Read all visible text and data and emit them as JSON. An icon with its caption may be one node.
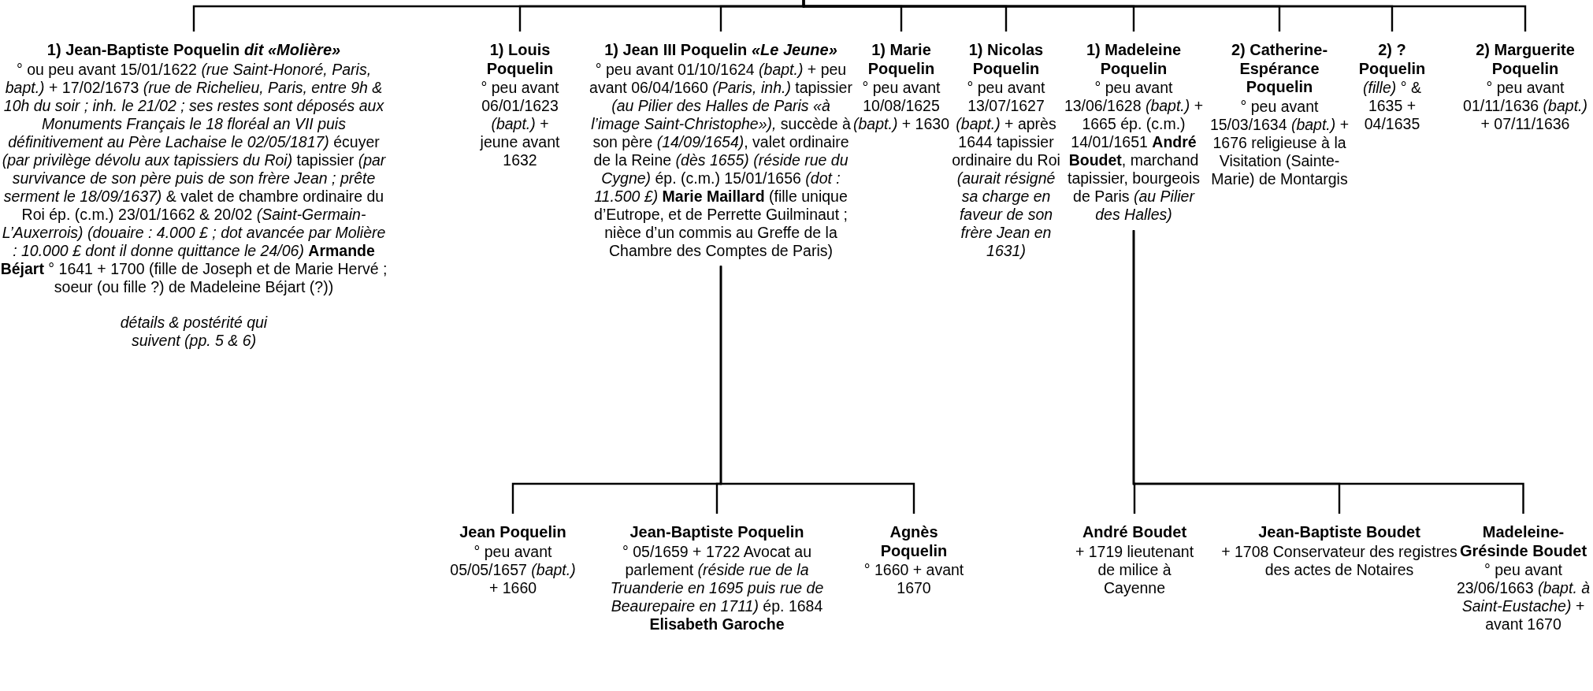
{
  "diagram": {
    "nodes": [
      {
        "text": [
          "1) Jean-Baptiste Poquelin *dit «Molière»*",
          "° ou peu avant 15/01/1622 *(rue Saint-Honoré, Paris, bapt.)* + 17/02/1673 *(rue de Richelieu, Paris, entre 9h & 10h du soir ; inh. le 21/02 ; ses restes sont déposés aux Monuments Français le 18 floréal an VII puis définitivement au Père Lachaise le 02/05/1817)* écuyer *(par privilège dévolu aux tapissiers du Roi)* tapissier *(par survivance de son père puis de son frère Jean ; prête serment le 18/09/1637)* & valet de chambre ordinaire du Roi ép. (c.m.) 23/01/1662 & 20/02 *(Saint-Germain-L’Auxerrois) (douaire : 4.000 £ ; dot avancée par Molière : 10.000 £ dont il donne quittance le 24/06)* **Armande Béjart** ° 1641 + 1700 (fille de Joseph et de Marie Hervé ; soeur (ou fille ?) de Madeleine Béjart (?))"
        ],
        "beside": [
          "détails & postérité qui suivent (pp. 5 & 6)"
        ]
      },
      {
        "text": [
          "1) Louis Poquelin",
          "° peu avant 06/01/1623 *(bapt.)* + jeune avant 1632"
        ]
      },
      {
        "text": [
          "1) Jean III Poquelin *«Le Jeune»*",
          "° peu avant 01/10/1624 *(bapt.)* + peu avant 06/04/1660 *(Paris, inh.)* tapissier *(au Pilier des Halles de Paris «à l’image Saint-Christophe»),* succède à son père *(14/09/1654)*, valet ordinaire de la Reine *(dès 1655) (réside rue du Cygne)* ép. (c.m.) 15/01/1656 *(dot : 11.500 £)* **Marie Maillard** (fille unique d’Eutrope, et de Perrette Guilminaut ; nièce d’un commis au Greffe de la Chambre des Comptes de Paris)"
        ]
      },
      {
        "text": [
          "1) Marie Poquelin",
          "° peu avant 10/08/1625 *(bapt.)* + 1630"
        ]
      },
      {
        "text": [
          "1) Nicolas Poquelin",
          "° peu avant 13/07/1627 *(bapt.)* + après 1644 tapissier ordinaire du Roi *(aurait résigné sa charge en faveur de son frère Jean en 1631)*"
        ]
      },
      {
        "text": [
          "1) Madeleine Poquelin",
          "° peu avant 13/06/1628 *(bapt.)* + 1665 ép. (c.m.) 14/01/1651 **André Boudet**, marchand tapissier, bourgeois de Paris *(au Pilier des Halles)*"
        ]
      },
      {
        "text": [
          "2) Catherine-Espérance Poquelin",
          "° peu avant 15/03/1634 *(bapt.)* + 1676 religieuse à la Visitation (Sainte-Marie) de Montargis"
        ]
      },
      {
        "text": [
          "2) ? Poquelin",
          "*(fille)* ° & 1635 + 04/1635"
        ]
      },
      {
        "text": [
          "2) Marguerite Poquelin",
          "° peu avant 01/11/1636 *(bapt.)* + 07/11/1636"
        ]
      },
      {
        "text": [
          "Jean Poquelin",
          "° peu avant 05/05/1657 *(bapt.)* + 1660"
        ]
      },
      {
        "text": [
          "Jean-Baptiste Poquelin",
          "° 05/1659 + 1722 Avocat au parlement *(réside rue de la Truanderie en 1695 puis rue de Beaurepaire en 1711)* ép. 1684 **Elisabeth Garoche**"
        ]
      },
      {
        "text": [
          "Agnès Poquelin",
          "° 1660 + avant 1670"
        ]
      },
      {
        "text": [
          "André Boudet",
          "+ 1719 lieutenant de milice à Cayenne"
        ]
      },
      {
        "text": [
          "Jean-Baptiste Boudet",
          "+ 1708 Conservateur des registres des actes de Notaires"
        ]
      },
      {
        "text": [
          "Madeleine-Grésinde Boudet",
          "° peu avant 23/06/1663 *(bapt. à Saint-Eustache)* + avant 1670"
        ]
      }
    ],
    "edges": [
      {
        "from": null,
        "to": 0,
        "arrow": "none"
      },
      {
        "from": null,
        "to": 1,
        "arrow": "none"
      },
      {
        "from": null,
        "to": 2,
        "arrow": "none"
      },
      {
        "from": null,
        "to": 3,
        "arrow": "none"
      },
      {
        "from": null,
        "to": 4,
        "arrow": "none"
      },
      {
        "from": null,
        "to": 5,
        "arrow": "none"
      },
      {
        "from": null,
        "to": 6,
        "arrow": "none"
      },
      {
        "from": null,
        "to": 7,
        "arrow": "none"
      },
      {
        "from": null,
        "to": 8,
        "arrow": "none"
      },
      {
        "from": 2,
        "to": 9,
        "arrow": "none"
      },
      {
        "from": 2,
        "to": 10,
        "arrow": "none"
      },
      {
        "from": 2,
        "to": 11,
        "arrow": "none"
      },
      {
        "from": 5,
        "to": 12,
        "arrow": "none"
      },
      {
        "from": 5,
        "to": 13,
        "arrow": "none"
      },
      {
        "from": 5,
        "to": 14,
        "arrow": "none"
      }
    ]
  }
}
